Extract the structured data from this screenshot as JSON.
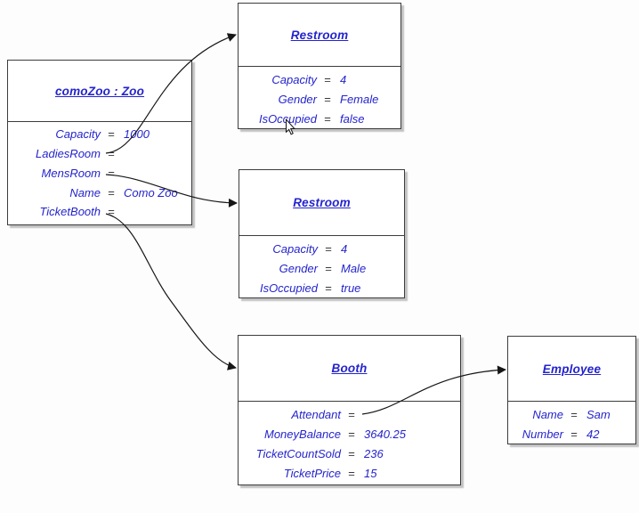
{
  "diagram": {
    "equals": "=",
    "colors": {
      "text": "#2424cd",
      "equals_sign": "#3a3a3a",
      "border": "#3c3c3c",
      "background": "#fdfdfd",
      "connector_line": "#161616"
    },
    "boxes": [
      {
        "id": "zoo",
        "title": "comoZoo : Zoo",
        "attributes": [
          {
            "name": "Capacity",
            "value": "1000"
          },
          {
            "name": "LadiesRoom",
            "value": ""
          },
          {
            "name": "MensRoom",
            "value": ""
          },
          {
            "name": "Name",
            "value": "Como Zoo"
          },
          {
            "name": "TicketBooth",
            "value": ""
          }
        ]
      },
      {
        "id": "restroom-female",
        "title": "Restroom",
        "attributes": [
          {
            "name": "Capacity",
            "value": "4"
          },
          {
            "name": "Gender",
            "value": "Female"
          },
          {
            "name": "IsOccupied",
            "value": "false"
          }
        ]
      },
      {
        "id": "restroom-male",
        "title": "Restroom",
        "attributes": [
          {
            "name": "Capacity",
            "value": "4"
          },
          {
            "name": "Gender",
            "value": "Male"
          },
          {
            "name": "IsOccupied",
            "value": "true"
          }
        ]
      },
      {
        "id": "booth",
        "title": "Booth",
        "attributes": [
          {
            "name": "Attendant",
            "value": ""
          },
          {
            "name": "MoneyBalance",
            "value": "3640.25"
          },
          {
            "name": "TicketCountSold",
            "value": "236"
          },
          {
            "name": "TicketPrice",
            "value": "15"
          }
        ]
      },
      {
        "id": "employee",
        "title": "Employee",
        "attributes": [
          {
            "name": "Name",
            "value": "Sam"
          },
          {
            "name": "Number",
            "value": "42"
          }
        ]
      }
    ],
    "connections": [
      {
        "from": "zoo.LadiesRoom",
        "to": "restroom-female"
      },
      {
        "from": "zoo.MensRoom",
        "to": "restroom-male"
      },
      {
        "from": "zoo.TicketBooth",
        "to": "booth"
      },
      {
        "from": "booth.Attendant",
        "to": "employee"
      }
    ]
  }
}
